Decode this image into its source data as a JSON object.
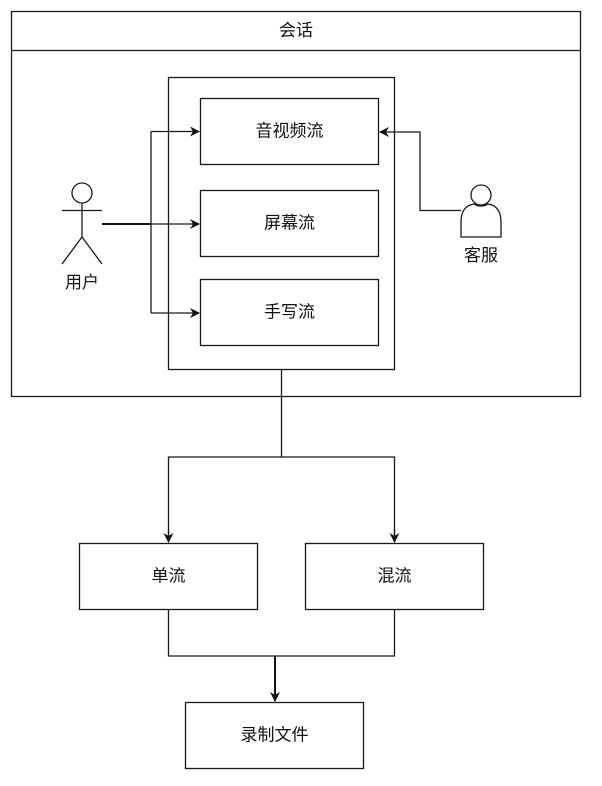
{
  "diagram": {
    "container": {
      "title": "会话"
    },
    "streams": [
      {
        "id": "av",
        "label": "音视频流"
      },
      {
        "id": "screen",
        "label": "屏幕流"
      },
      {
        "id": "handwriting",
        "label": "手写流"
      }
    ],
    "actors": {
      "user": {
        "label": "用户",
        "icon": "stick-figure-icon"
      },
      "agent": {
        "label": "客服",
        "icon": "person-bust-icon"
      }
    },
    "outputs": [
      {
        "id": "single",
        "label": "单流"
      },
      {
        "id": "mixed",
        "label": "混流"
      }
    ],
    "final": {
      "label": "录制文件"
    },
    "edges": [
      {
        "from": "用户",
        "to": "音视频流"
      },
      {
        "from": "用户",
        "to": "屏幕流"
      },
      {
        "from": "用户",
        "to": "手写流"
      },
      {
        "from": "客服",
        "to": "音视频流"
      },
      {
        "from": "会话",
        "to": "单流"
      },
      {
        "from": "会话",
        "to": "混流"
      },
      {
        "from": "单流",
        "to": "录制文件"
      },
      {
        "from": "混流",
        "to": "录制文件"
      }
    ]
  }
}
